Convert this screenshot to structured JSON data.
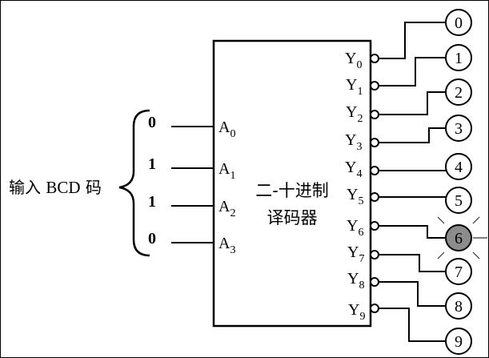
{
  "input_label": {
    "prefix": "输入 ",
    "code": "BCD",
    "suffix": " 码"
  },
  "decoder": {
    "line1": "二-十进制",
    "line2": "译码器"
  },
  "inputs": [
    {
      "bit": "0",
      "pin": "A",
      "sub": "0"
    },
    {
      "bit": "1",
      "pin": "A",
      "sub": "1"
    },
    {
      "bit": "1",
      "pin": "A",
      "sub": "2"
    },
    {
      "bit": "0",
      "pin": "A",
      "sub": "3"
    }
  ],
  "outputs": [
    {
      "pin": "Y",
      "sub": "0",
      "lamp": "0",
      "lit": false
    },
    {
      "pin": "Y",
      "sub": "1",
      "lamp": "1",
      "lit": false
    },
    {
      "pin": "Y",
      "sub": "2",
      "lamp": "2",
      "lit": false
    },
    {
      "pin": "Y",
      "sub": "3",
      "lamp": "3",
      "lit": false
    },
    {
      "pin": "Y",
      "sub": "4",
      "lamp": "4",
      "lit": false
    },
    {
      "pin": "Y",
      "sub": "5",
      "lamp": "5",
      "lit": false
    },
    {
      "pin": "Y",
      "sub": "6",
      "lamp": "6",
      "lit": true
    },
    {
      "pin": "Y",
      "sub": "7",
      "lamp": "7",
      "lit": false
    },
    {
      "pin": "Y",
      "sub": "8",
      "lamp": "8",
      "lit": false
    },
    {
      "pin": "Y",
      "sub": "9",
      "lamp": "9",
      "lit": false
    }
  ],
  "colors": {
    "lit_lamp": "#8c8c8c",
    "line": "#000000"
  }
}
